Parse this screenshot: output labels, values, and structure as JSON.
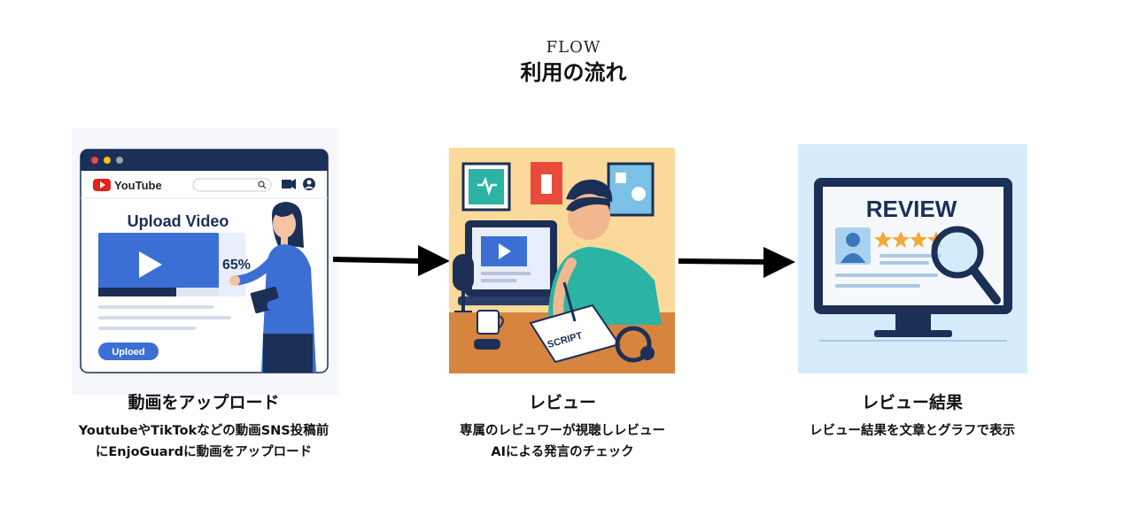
{
  "header": {
    "eyebrow": "FLOW",
    "title": "利用の流れ"
  },
  "steps": [
    {
      "title": "動画をアップロード",
      "desc_line1": "YoutubeやTikTokなどの動画SNS投稿前",
      "desc_line2": "にEnjoGuardに動画をアップロード",
      "illustration": {
        "app_name": "YouTube",
        "heading": "Upload Video",
        "progress_label": "65%",
        "progress_fraction": 0.65,
        "button_label": "Uploed"
      }
    },
    {
      "title": "レビュー",
      "desc_line1": "専属のレビュワーが視聴しレビュー",
      "desc_line2": "AIによる発言のチェック",
      "illustration": {
        "paper_label": "SCRIPT"
      }
    },
    {
      "title": "レビュー結果",
      "desc_line1": "レビュー結果を文章とグラフで表示",
      "illustration": {
        "screen_heading": "REVIEW",
        "stars_filled": 4
      }
    }
  ],
  "colors": {
    "navy": "#1b2f57",
    "youtube_red": "#e62117",
    "upload_blue": "#3b6fd4",
    "review_bg": "#d6ecfb",
    "desk_bg": "#fbd99a"
  }
}
